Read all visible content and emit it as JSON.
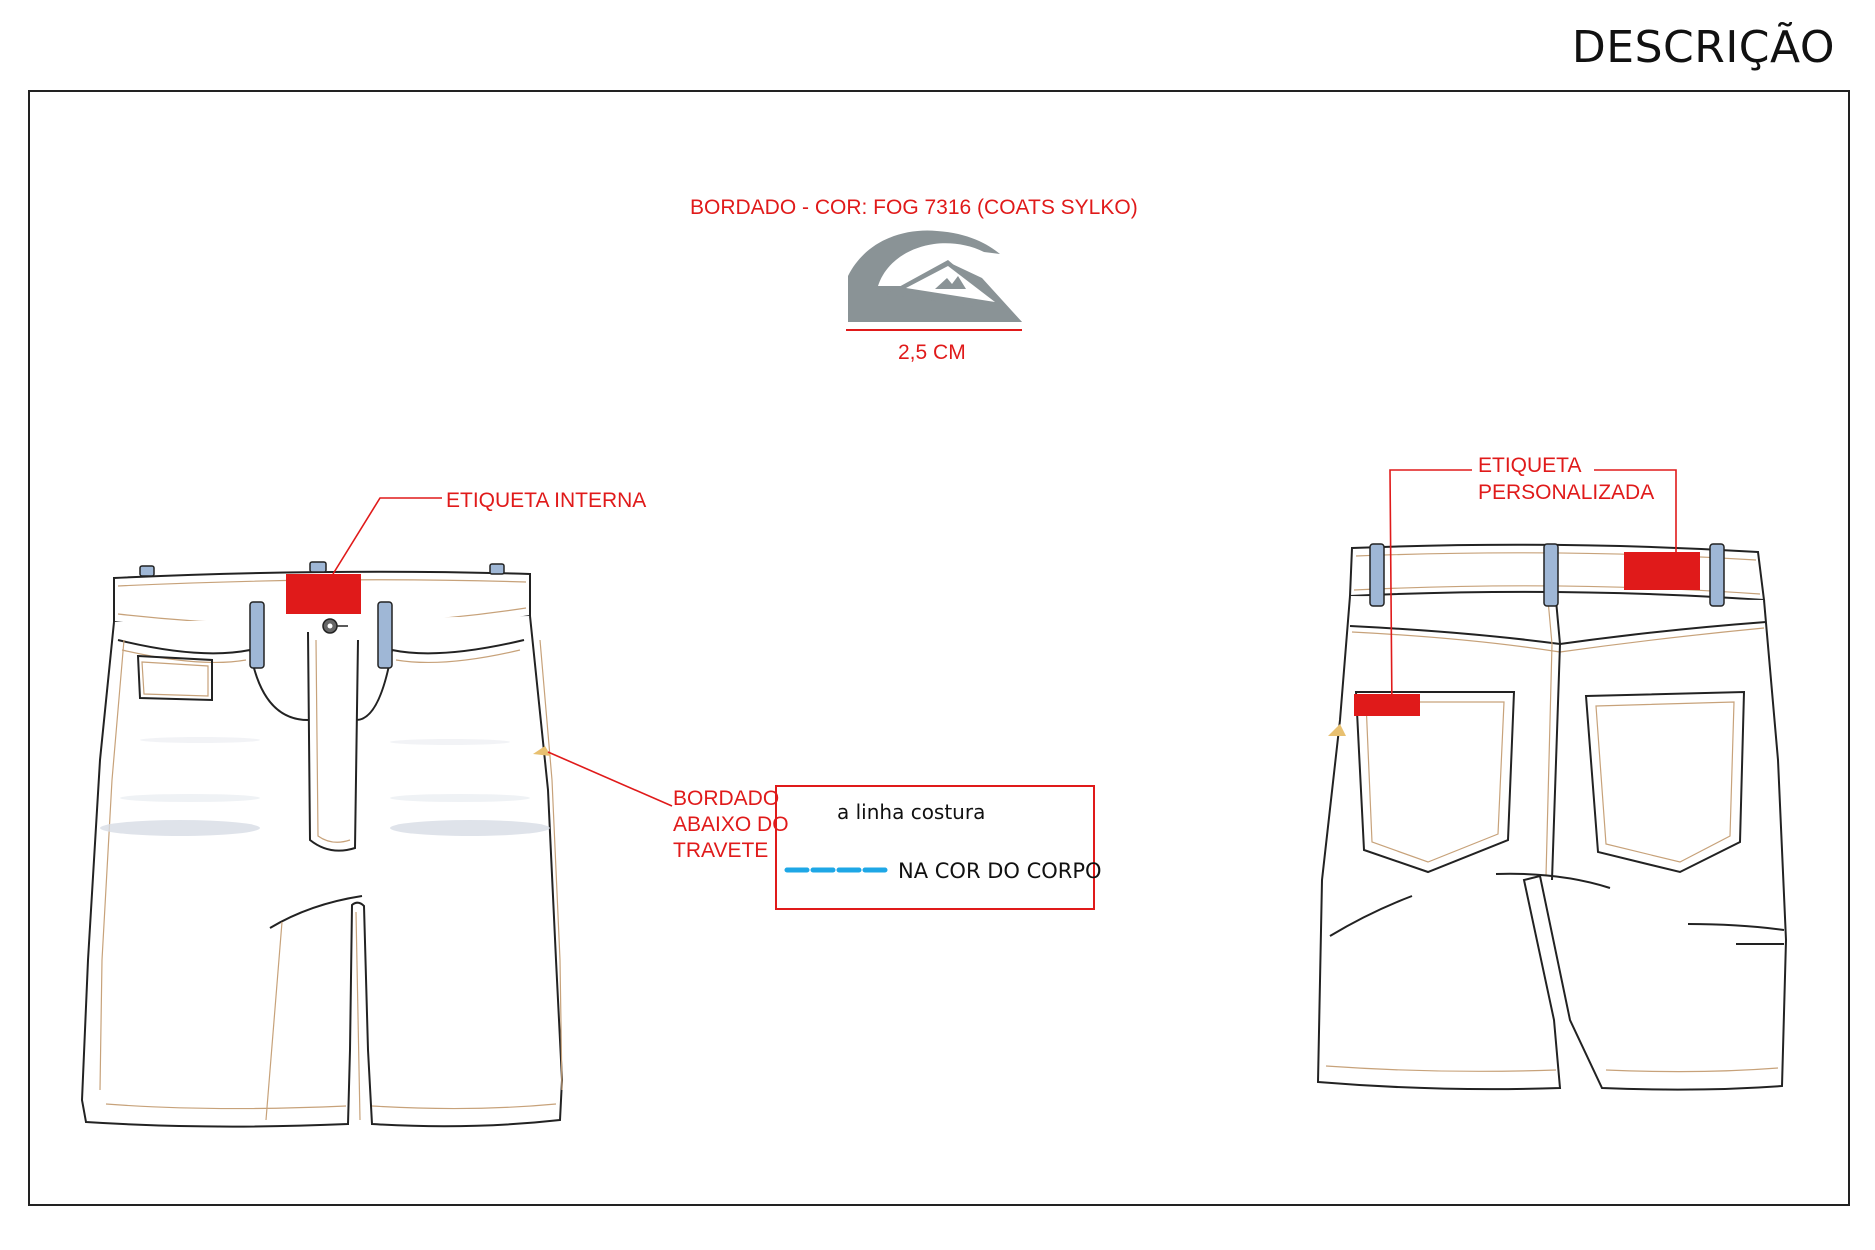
{
  "page": {
    "title": "DESCRIÇÃO"
  },
  "embroidery": {
    "label": "BORDADO - COR: FOG 7316 (COATS SYLKO)",
    "size": "2,5 CM"
  },
  "callouts": {
    "inner_label": "ETIQUETA INTERNA",
    "below_bartack": "BORDADO ABAIXO DO TRAVETE",
    "custom_label": "ETIQUETA PERSONALIZADA"
  },
  "legend": {
    "line_text": "a linha costura",
    "stitch_text": "NA COR DO CORPO"
  },
  "colors": {
    "callout_red": "#e01a1a",
    "logo_gray": "#8a9396",
    "stitch_blue": "#1ea7e6",
    "belt_loop_blue": "#9fb7d6",
    "topstitch": "#c7a27a"
  },
  "icons": [
    "brand-logo-icon",
    "button-icon"
  ]
}
